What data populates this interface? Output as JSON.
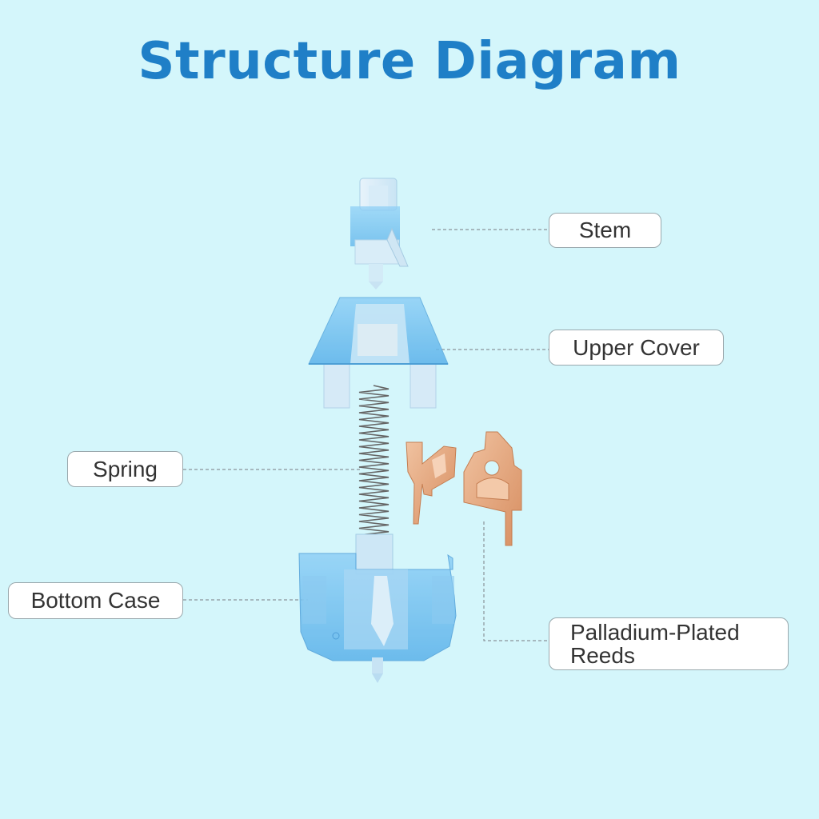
{
  "title": "Structure Diagram",
  "labels": {
    "stem": "Stem",
    "upper_cover": "Upper Cover",
    "spring": "Spring",
    "bottom_case": "Bottom Case",
    "reeds": "Palladium-Plated Reeds"
  },
  "colors": {
    "background": "#d4f6fb",
    "title": "#1f7fc7",
    "switch_blue": "#7cc2ef",
    "reed_copper": "#e2a47c",
    "leader_line": "#8a9499"
  }
}
